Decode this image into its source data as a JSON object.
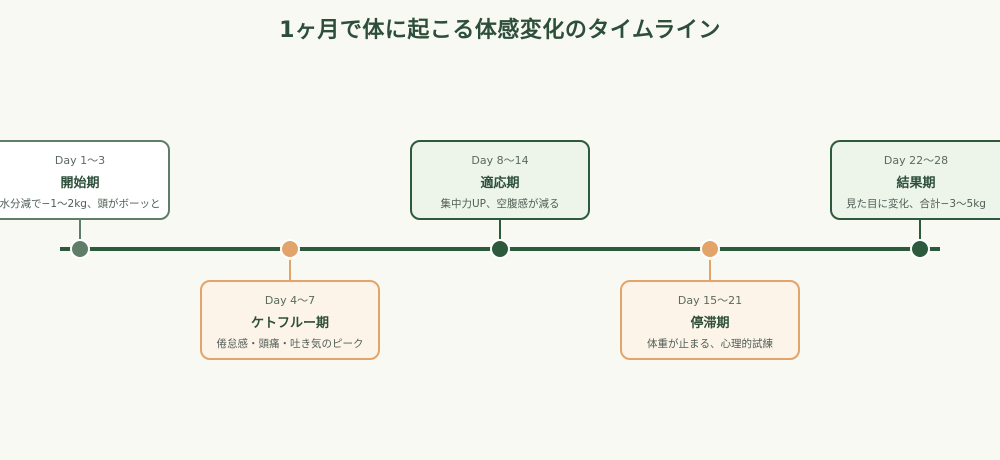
{
  "title": "1ヶ月で体に起こる体感変化のタイムライン",
  "colors": {
    "axis": "#2d5a3c",
    "dark": "#2d5a3c",
    "gray": "#5f7e6a",
    "orange": "#e3a46a",
    "background": "#f9f9f4"
  },
  "events": [
    {
      "day": "Day 1〜3",
      "name": "開始期",
      "desc": "水分減で−1〜2kg、頭がボーッと",
      "side": "top",
      "color": "gray"
    },
    {
      "day": "Day 4〜7",
      "name": "ケトフルー期",
      "desc": "倦怠感・頭痛・吐き気のピーク",
      "side": "bottom",
      "color": "orange"
    },
    {
      "day": "Day 8〜14",
      "name": "適応期",
      "desc": "集中力UP、空腹感が減る",
      "side": "top",
      "color": "dark"
    },
    {
      "day": "Day 15〜21",
      "name": "停滞期",
      "desc": "体重が止まる、心理的試練",
      "side": "bottom",
      "color": "orange"
    },
    {
      "day": "Day 22〜28",
      "name": "結果期",
      "desc": "見た目に変化、合計−3〜5kg",
      "side": "top",
      "color": "dark"
    }
  ]
}
